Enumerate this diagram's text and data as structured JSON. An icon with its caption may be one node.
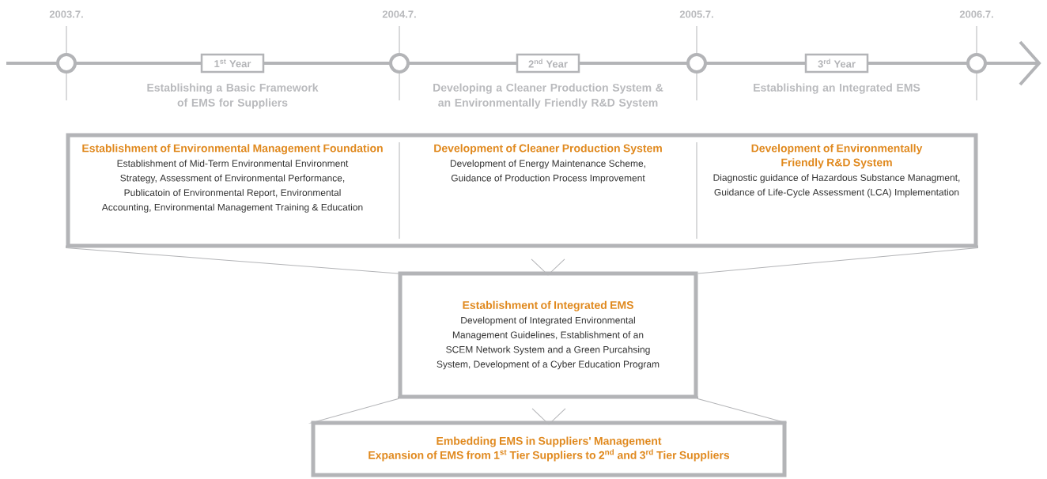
{
  "diagram": {
    "nodes": [
      {
        "text": [
          "1$^{st}$ Year"
        ],
        "beside": [
          "Establishing a Basic Framework of EMS for Suppliers"
        ]
      },
      {
        "text": [
          "2$^{nd}$ Year"
        ],
        "beside": [
          "Developing a Cleaner Production System & an Environmentally Friendly R&D System"
        ]
      },
      {
        "text": [
          "3$^{rd}$ Year"
        ],
        "beside": [
          "Establishing an Integrated EMS"
        ]
      },
      {
        "text": [],
        "shape": "box"
      },
      {
        "text": [
          "Establishment of Environmental Management Foundation",
          "Establishment of Mid-Term Environmental Environment Strategy, Assessment of Environmental Performance, Publicatoin of Environmental Report, Environmental Accounting, Environmental Management Training & Education"
        ],
        "in": 3
      },
      {
        "text": [
          "Development of Cleaner Production System",
          "Development of Energy Maintenance Scheme, Guidance of Production Process Improvement"
        ],
        "in": 3
      },
      {
        "text": [
          "Development of Environmentally Friendly R&D System",
          "Diagnostic guidance of Hazardous Substance Managment, Guidance of Life-Cycle Assessment (LCA) Implementation"
        ],
        "in": 3
      },
      {
        "text": [
          "Establishment of Integrated EMS",
          "Development of Integrated Environmental Management Guidelines, Establishment of an SCEM Network System and a Green Purcahsing System, Development of a Cyber Education Program"
        ]
      },
      {
        "text": [
          "Embedding EMS in Suppliers' Management",
          "Expansion of EMS from 1$^{st}$ Tier Suppliers to 2$^{nd}$ and 3$^{rd}$ Tier Suppliers"
        ]
      }
    ],
    "edges": [
      {
        "from": 3,
        "to": 7,
        "arrow": "to"
      },
      {
        "from": 7,
        "to": 8,
        "arrow": "to"
      }
    ],
    "labels": [
      "2003.7.",
      "2004.7.",
      "2005.7.",
      "2006.7."
    ]
  }
}
